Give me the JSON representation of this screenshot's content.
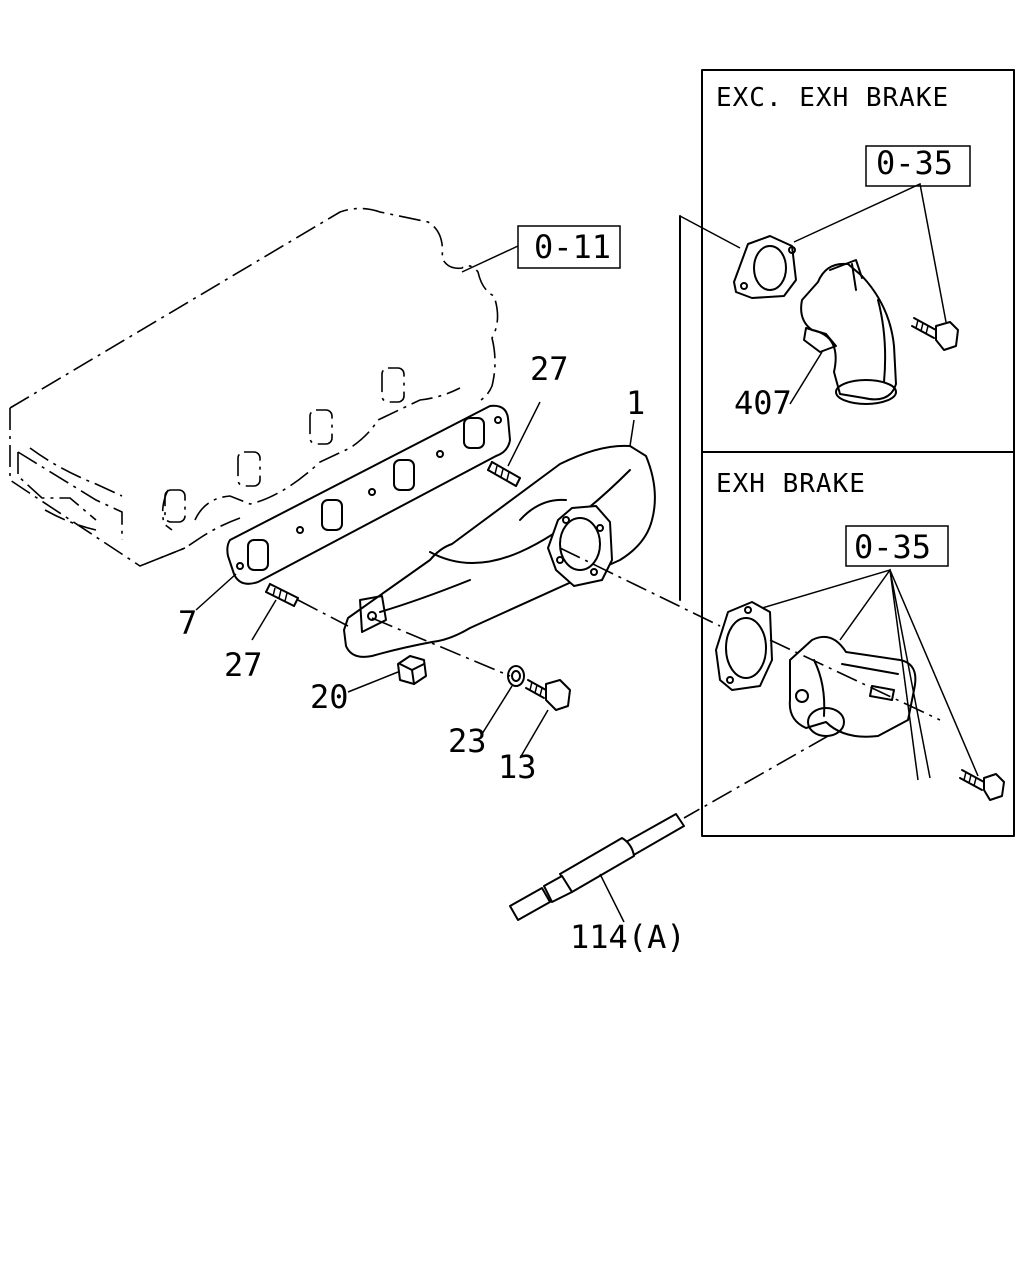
{
  "callouts": {
    "part_1": "1",
    "part_7": "7",
    "part_13": "13",
    "part_20": "20",
    "part_23": "23",
    "part_27_top": "27",
    "part_27_bottom": "27",
    "part_407": "407",
    "part_114": "114(A)"
  },
  "references": {
    "ref_head": "0-11",
    "ref_exc_brake": "0-35",
    "ref_brake": "0-35"
  },
  "panels": {
    "exc_exh_brake_title": "EXC. EXH BRAKE",
    "exh_brake_title": "EXH BRAKE"
  }
}
